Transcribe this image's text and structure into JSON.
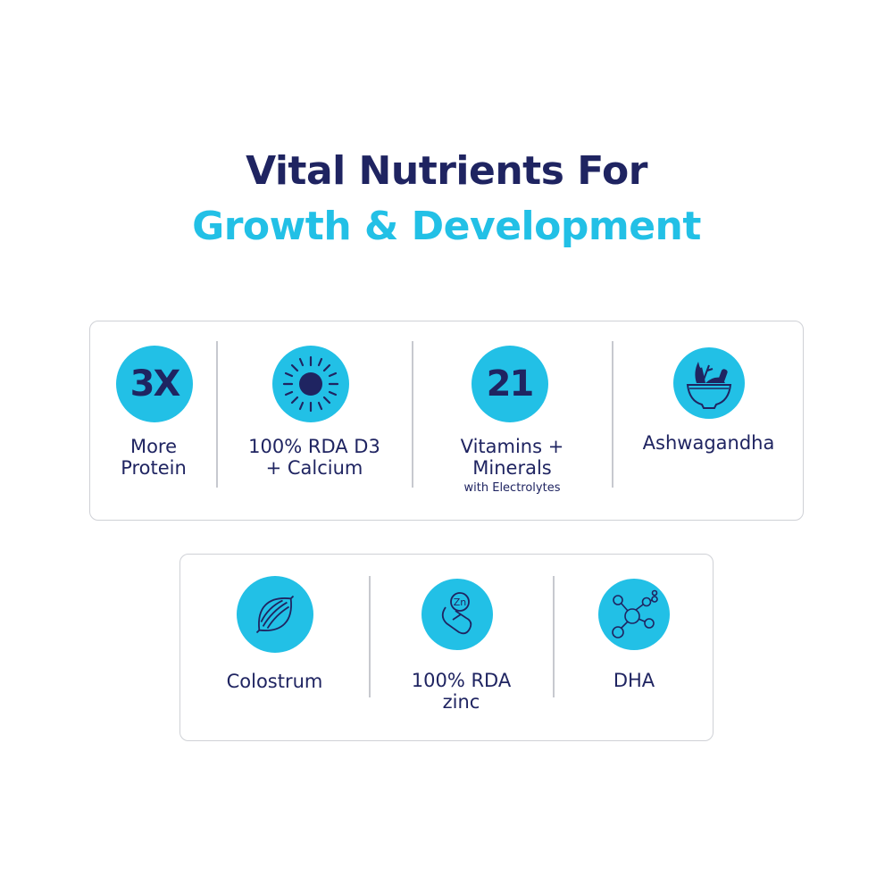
{
  "header": {
    "title_line1": "Vital Nutrients For",
    "title_line2": "Growth & Development"
  },
  "colors": {
    "navy": "#1f2461",
    "cyan": "#22c0e6",
    "border": "#cfd1d6"
  },
  "top_row": [
    {
      "icon": "3x-badge",
      "badge_text": "3X",
      "label_line1": "More",
      "label_line2": "Protein"
    },
    {
      "icon": "sun-icon",
      "label_line1": "100% RDA D3",
      "label_line2": "+ Calcium"
    },
    {
      "icon": "21-badge",
      "badge_text": "21",
      "label_line1": "Vitamins +",
      "label_line2": "Minerals",
      "sublabel": "with Electrolytes"
    },
    {
      "icon": "herb-bowl-icon",
      "label_line1": "Ashwagandha"
    }
  ],
  "bottom_row": [
    {
      "icon": "muscle-icon",
      "label_line1": "Colostrum"
    },
    {
      "icon": "zinc-pill-icon",
      "zinc_symbol": "Zn",
      "label_line1": "100% RDA",
      "label_line2": "zinc"
    },
    {
      "icon": "molecule-icon",
      "label_line1": "DHA"
    }
  ]
}
